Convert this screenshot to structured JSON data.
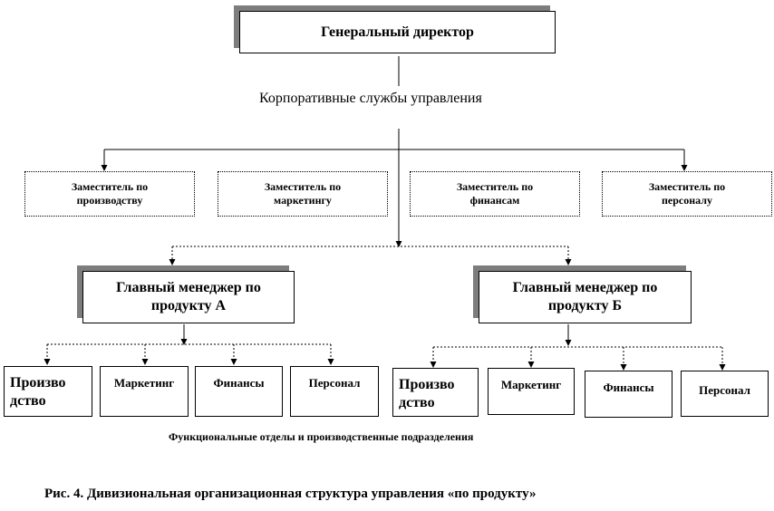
{
  "director": "Генеральный директор",
  "corporate_services": "Корпоративные службы управления",
  "deputies": [
    {
      "line1": "Заместитель по",
      "line2": "производству"
    },
    {
      "line1": "Заместитель по",
      "line2": "маркетингу"
    },
    {
      "line1": "Заместитель по",
      "line2": "финансам"
    },
    {
      "line1": "Заместитель по",
      "line2": "персоналу"
    }
  ],
  "manager_a": {
    "line1": "Главный менеджер по",
    "line2": "продукту А"
  },
  "manager_b": {
    "line1": "Главный менеджер по",
    "line2": "продукту Б"
  },
  "departments_a": [
    {
      "line1": "Произво",
      "line2": "дство"
    },
    {
      "line1": "Маркетинг"
    },
    {
      "line1": "Финансы"
    },
    {
      "line1": "Персонал"
    }
  ],
  "departments_b": [
    {
      "line1": "Произво",
      "line2": "дство"
    },
    {
      "line1": "Маркетинг"
    },
    {
      "line1": "Финансы"
    },
    {
      "line1": "Персонал"
    }
  ],
  "functional_caption": "Функциональные отделы и производственные подразделения",
  "figure_caption": "Рис. 4. Дивизиональная организационная структура управления «по продукту»"
}
